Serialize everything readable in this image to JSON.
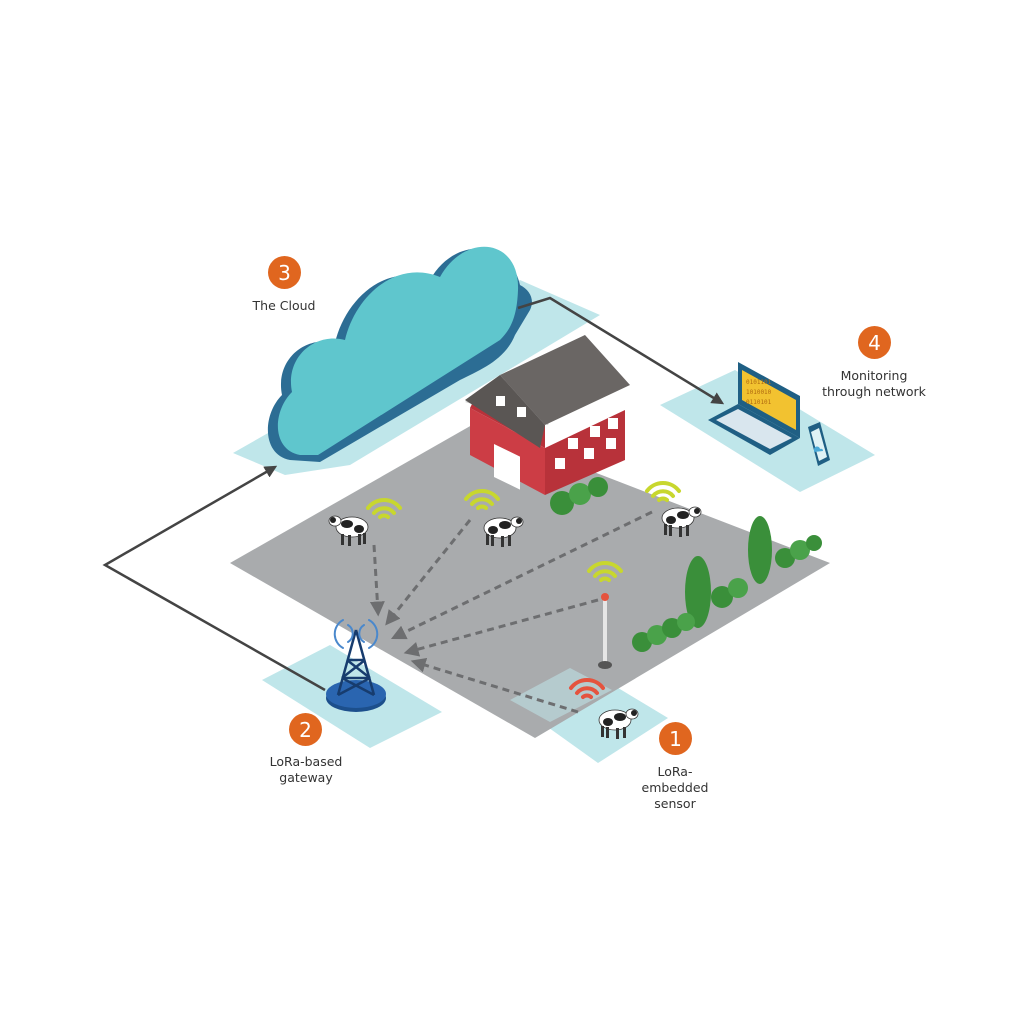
{
  "colors": {
    "badge": "#e0661f",
    "cloud_top": "#5fc6cd",
    "cloud_side": "#2c6d94",
    "ground": "#a9abad",
    "pad": "#bfe6ea",
    "barn_red": "#cc3d45",
    "barn_roof": "#6a6664",
    "tree": "#3a8f3a",
    "signal_active": "#c8d72e",
    "signal_sensor": "#e5533e",
    "link_line": "#444444",
    "laptop_screen": "#f2c230",
    "laptop_body": "#1f5f84"
  },
  "icons": [
    "cloud-icon",
    "barn-icon",
    "cow-icon",
    "wifi-signal-icon",
    "radio-tower-icon",
    "laptop-icon",
    "phone-icon",
    "tree-icon",
    "sensor-pole-icon"
  ],
  "steps": [
    {
      "number": "1",
      "label": "LoRa-\nembedded\nsensor"
    },
    {
      "number": "2",
      "label": "LoRa-based\ngateway"
    },
    {
      "number": "3",
      "label": "The Cloud"
    },
    {
      "number": "4",
      "label": "Monitoring\nthrough network"
    }
  ]
}
